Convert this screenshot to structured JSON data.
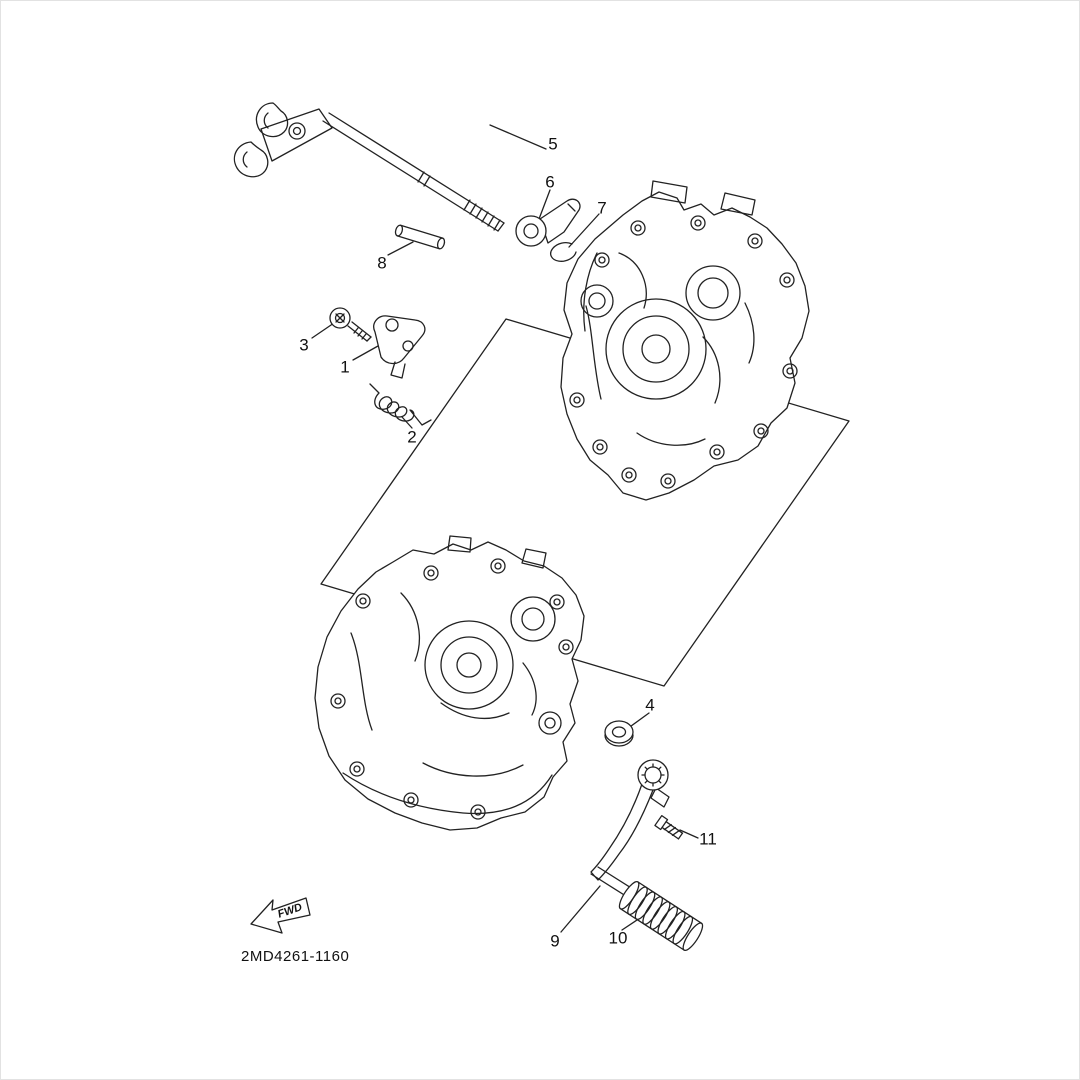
{
  "diagram": {
    "code": "2MD4261-1160",
    "fwd_label": "FWD",
    "line_color": "#222222",
    "background": "#ffffff"
  },
  "callouts": [
    {
      "label": "1"
    },
    {
      "label": "2"
    },
    {
      "label": "3"
    },
    {
      "label": "4"
    },
    {
      "label": "5"
    },
    {
      "label": "6"
    },
    {
      "label": "7"
    },
    {
      "label": "8"
    },
    {
      "label": "9"
    },
    {
      "label": "10"
    },
    {
      "label": "11"
    }
  ]
}
